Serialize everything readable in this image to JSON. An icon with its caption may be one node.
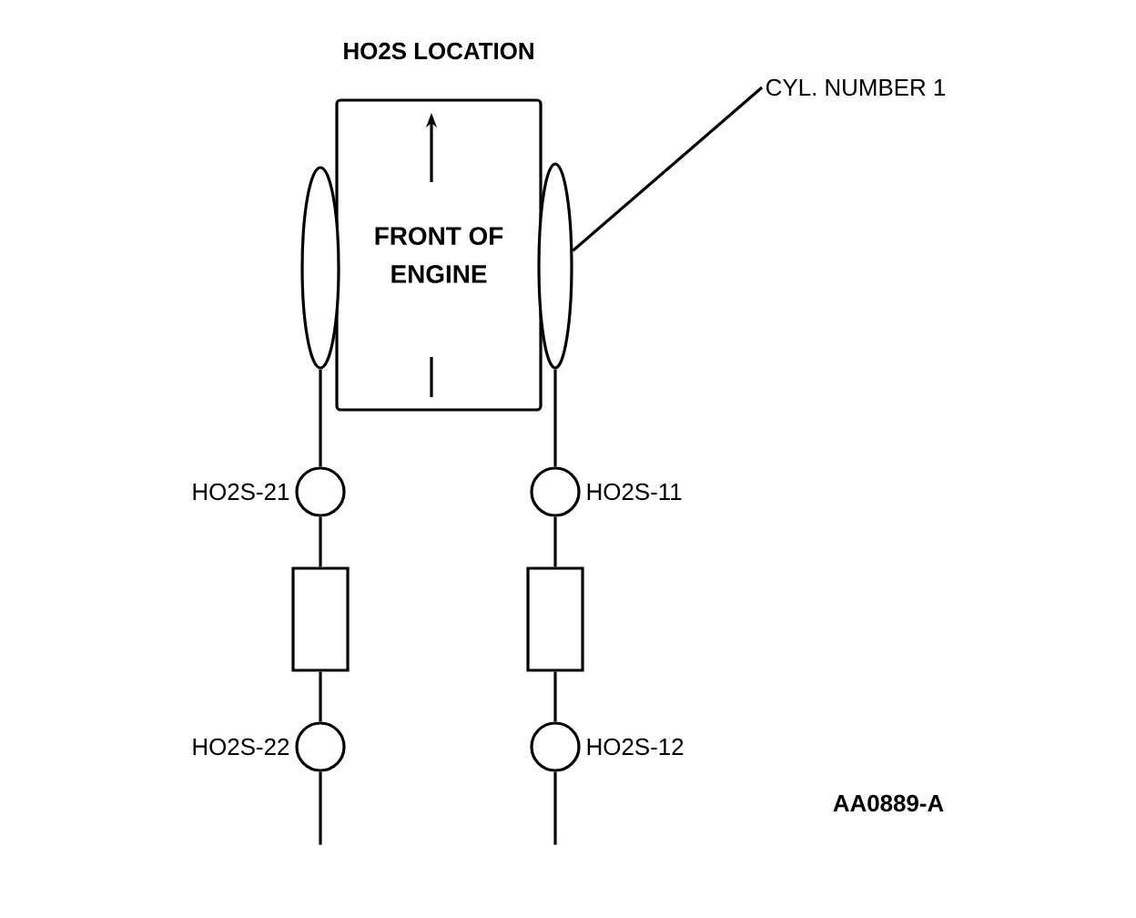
{
  "diagram": {
    "title": "HO2S LOCATION",
    "nodes": [
      {
        "text": [
          "FRONT OF ENGINE"
        ]
      },
      {
        "text": [],
        "shape": "ellipse"
      },
      {
        "text": [],
        "shape": "ellipse"
      },
      {
        "text": [],
        "shape": "circle",
        "beside": [
          "HO2S-21"
        ]
      },
      {
        "text": [],
        "shape": "box"
      },
      {
        "text": [],
        "shape": "circle",
        "beside": [
          "HO2S-22"
        ]
      },
      {
        "text": [],
        "shape": "circle",
        "beside": [
          "HO2S-11"
        ]
      },
      {
        "text": [],
        "shape": "box"
      },
      {
        "text": [],
        "shape": "circle",
        "beside": [
          "HO2S-12"
        ]
      },
      {
        "text": [
          "CYL. NUMBER 1"
        ]
      }
    ],
    "edges": [
      {
        "from": 1,
        "to": 3,
        "arrow": "none"
      },
      {
        "from": 3,
        "to": 4,
        "arrow": "none"
      },
      {
        "from": 4,
        "to": 5,
        "arrow": "none"
      },
      {
        "from": 5,
        "to": null,
        "arrow": "none"
      },
      {
        "from": 2,
        "to": 6,
        "arrow": "none"
      },
      {
        "from": 6,
        "to": 7,
        "arrow": "none"
      },
      {
        "from": 7,
        "to": 8,
        "arrow": "none"
      },
      {
        "from": 8,
        "to": null,
        "arrow": "none"
      },
      {
        "from": 9,
        "to": 2,
        "arrow": "none"
      }
    ],
    "labels": [
      "AA0889-A"
    ]
  }
}
